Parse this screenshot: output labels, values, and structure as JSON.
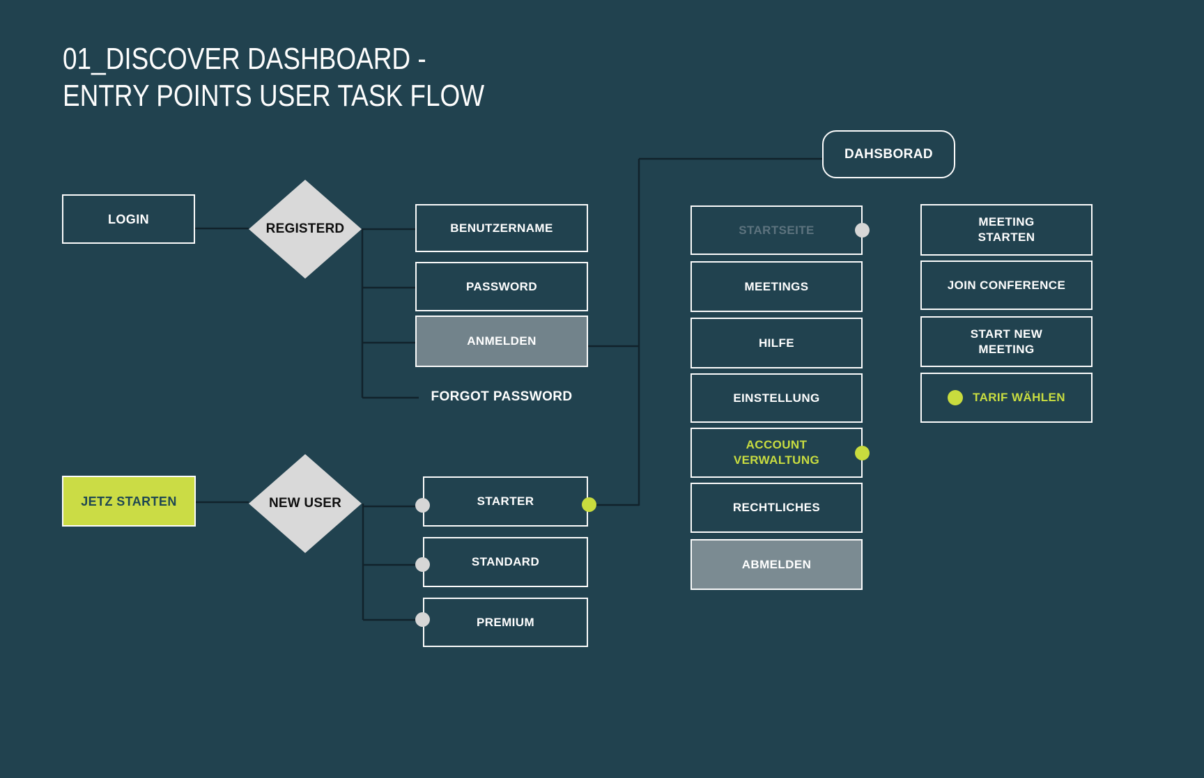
{
  "title": {
    "line1": "01_DISCOVER DASHBOARD -",
    "line2": "ENTRY POINTS USER TASK FLOW"
  },
  "nodes": {
    "login": "LOGIN",
    "registered_decision": "REGISTERD",
    "benutzername": "BENUTZERNAME",
    "password": "PASSWORD",
    "anmelden": "ANMELDEN",
    "forgot_password": "FORGOT PASSWORD",
    "dashboard": "DAHSBORAD",
    "jetz_starten": "JETZ STARTEN",
    "new_user_decision": "NEW USER",
    "starter": "STARTER",
    "standard": "STANDARD",
    "premium": "PREMIUM",
    "startseite": "STARTSEITE",
    "meetings": "MEETINGS",
    "hilfe": "HILFE",
    "einstellung": "EINSTELLUNG",
    "account_verwaltung": "ACCOUNT\nVERWALTUNG",
    "rechtliches": "RECHTLICHES",
    "abmelden": "ABMELDEN",
    "meeting_starten": "MEETING\nSTARTEN",
    "join_conference": "JOIN CONFERENCE",
    "start_new_meeting": "START NEW\nMEETING",
    "tarif_waehlen": "TARIF WÄHLEN"
  },
  "colors": {
    "background": "#21424f",
    "box_border": "#fcfcfc",
    "connector_line": "#11222b",
    "diamond_fill": "#d9d9d9",
    "diamond_text": "#0e0e0e",
    "lime_fill": "#cbdc45",
    "lime_accent": "#c9dc3e",
    "lime_text": "#c9dd40",
    "gray_fill_anmelden": "#72838b",
    "gray_fill_abmelden": "#7b8b92",
    "gray_dot": "#d6d6d6",
    "muted_text": "#5d737e",
    "dark_text_on_lime": "#1e4752"
  }
}
